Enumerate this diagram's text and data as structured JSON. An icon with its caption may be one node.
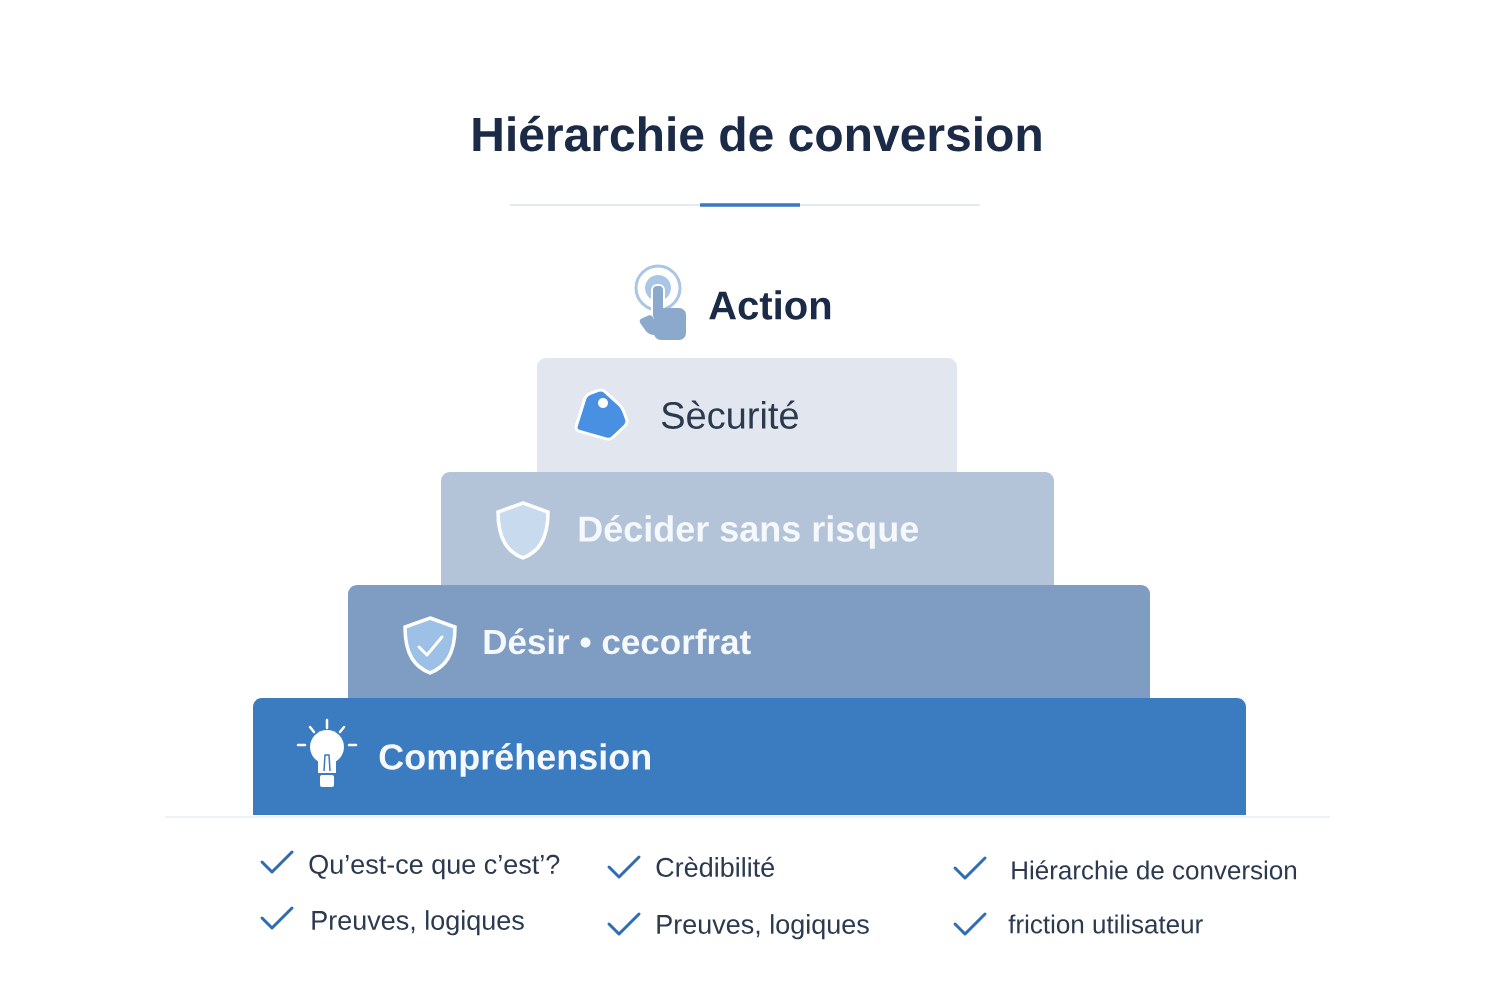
{
  "diagram": {
    "title": "Hiérarchie de conversion",
    "nodes": [
      {
        "text": [
          "Sècurité"
        ]
      },
      {
        "text": [
          "Décider sans risque"
        ]
      },
      {
        "text": [
          "Désir • cecorfrat"
        ]
      },
      {
        "text": [
          "Compréhension"
        ]
      }
    ],
    "labels": [
      "Action",
      "Qu’est-ce que c’est’?",
      "Crèdibilité",
      "Hiérarchie de conversion",
      "Preuves, logiques",
      "Preuves, logiques",
      "friction utilisateur"
    ]
  }
}
